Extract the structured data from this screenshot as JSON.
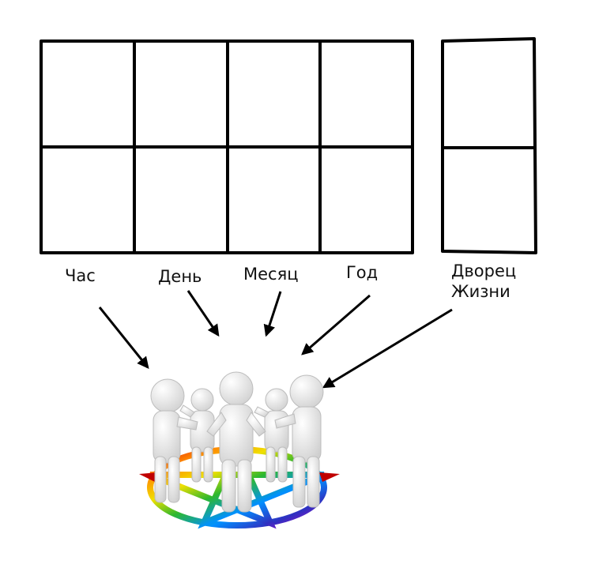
{
  "labels": {
    "hour": "Час",
    "day": "День",
    "month": "Месяц",
    "year": "Год",
    "palace_line1": "Дворец",
    "palace_line2": "Жизни"
  },
  "colors": {
    "grid": "#000000",
    "figure": "#e9e9e9",
    "pentagram_gradient": [
      "#e00000",
      "#ff8c00",
      "#f0e000",
      "#2eb82e",
      "#0090ff",
      "#3030c0",
      "#c000d0"
    ]
  }
}
